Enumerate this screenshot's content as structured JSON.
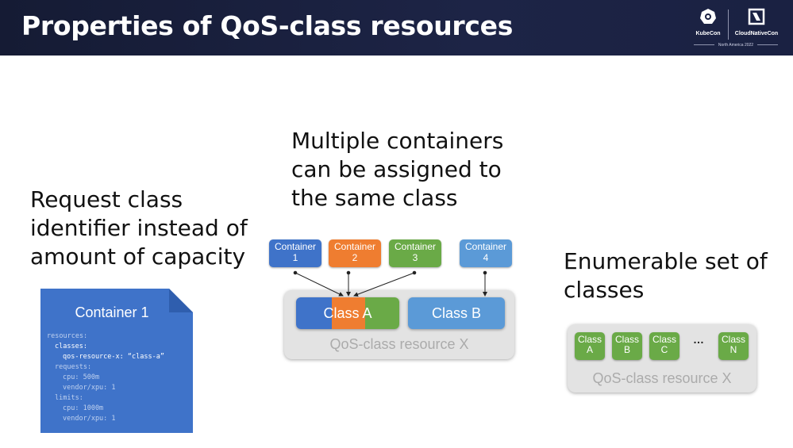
{
  "header": {
    "title": "Properties of QoS-class resources",
    "logos": {
      "kubecon_label": "KubeCon",
      "cncf_label": "CloudNativeCon",
      "event": "North America 2022",
      "kubecon_icon": "helm-wheel-icon",
      "cncf_icon": "cncf-icon"
    }
  },
  "left": {
    "heading_lines": [
      "Request class",
      "identifier instead of",
      "amount of capacity"
    ],
    "card_title": "Container 1",
    "code_lines": [
      {
        "text": "resources:",
        "indent": 0,
        "highlight": false
      },
      {
        "text": "classes:",
        "indent": 1,
        "highlight": true
      },
      {
        "text": "qos-resource-x: “class-a”",
        "indent": 2,
        "highlight": true
      },
      {
        "text": "requests:",
        "indent": 1,
        "highlight": false
      },
      {
        "text": "cpu: 500m",
        "indent": 2,
        "highlight": false
      },
      {
        "text": "vendor/xpu: 1",
        "indent": 2,
        "highlight": false
      },
      {
        "text": "limits:",
        "indent": 1,
        "highlight": false
      },
      {
        "text": "cpu: 1000m",
        "indent": 2,
        "highlight": false
      },
      {
        "text": "vendor/xpu: 1",
        "indent": 2,
        "highlight": false
      }
    ]
  },
  "middle": {
    "heading_lines": [
      "Multiple containers",
      "can be assigned to",
      "the same class"
    ],
    "containers": [
      {
        "line1": "Container",
        "line2": "1",
        "color": "#3f73c9"
      },
      {
        "line1": "Container",
        "line2": "2",
        "color": "#ef7d30"
      },
      {
        "line1": "Container",
        "line2": "3",
        "color": "#6aaa47"
      },
      {
        "line1": "Container",
        "line2": "4",
        "color": "#5b9ad7"
      }
    ],
    "class_a": "Class A",
    "class_b": "Class B",
    "resource_label": "QoS-class resource X"
  },
  "right": {
    "heading_lines": [
      "Enumerable set of",
      "classes"
    ],
    "classes": [
      {
        "line1": "Class",
        "line2": "A"
      },
      {
        "line1": "Class",
        "line2": "B"
      },
      {
        "line1": "Class",
        "line2": "C"
      },
      {
        "line1": "Class",
        "line2": "N"
      }
    ],
    "ellipsis": "…",
    "resource_label": "QoS-class resource X"
  },
  "colors": {
    "header_bg": "#1a2142",
    "blue": "#3f73c9",
    "orange": "#ef7d30",
    "green": "#6aaa47",
    "light_blue": "#5b9ad7",
    "resource_box": "#e3e3e3"
  }
}
